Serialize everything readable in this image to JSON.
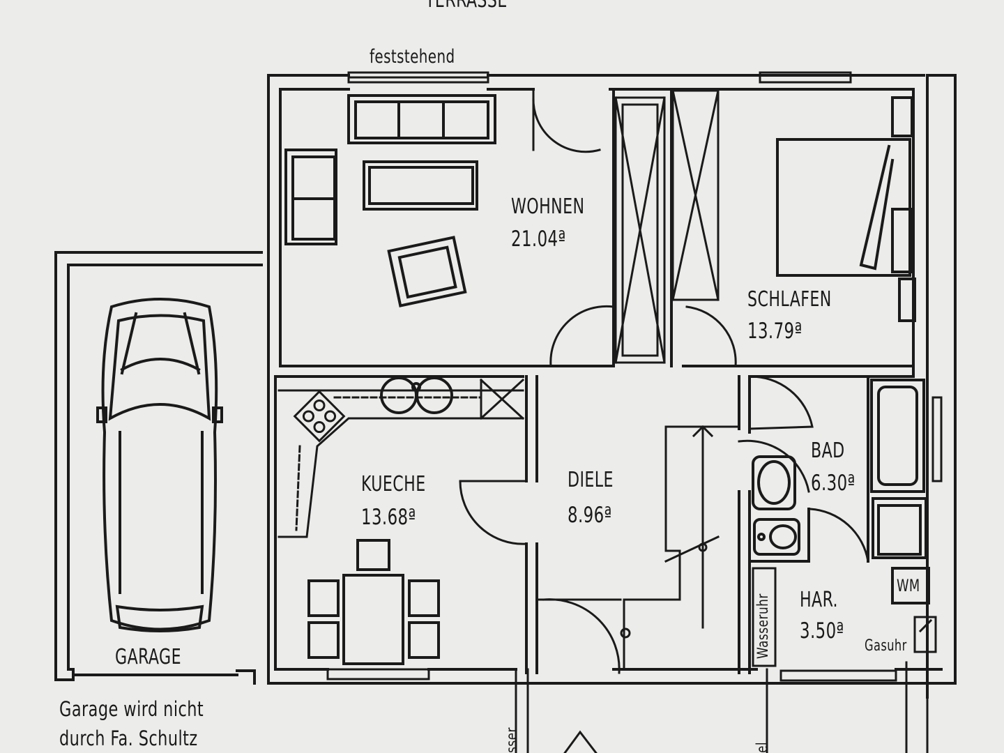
{
  "labels": {
    "terrasse": "TERRASSE",
    "feststehend": "feststehend",
    "wohnen": "WOHNEN",
    "wohnen_area": "21.04ª",
    "schlafen": "SCHLAFEN",
    "schlafen_area": "13.79ª",
    "kueche": "KUECHE",
    "kueche_area": "13.68ª",
    "diele": "DIELE",
    "diele_area": "8.96ª",
    "bad": "BAD",
    "bad_area": "6.30ª",
    "har": "HAR.",
    "har_area": "3.50ª",
    "garage": "GARAGE",
    "wm": "WM",
    "gasuhr": "Gasuhr",
    "wasseruhr": "Wasseruhr",
    "wasser": "sser",
    "el": "el"
  },
  "notes": {
    "line1": "Garage wird nicht",
    "line2": "durch Fa. Schultz"
  },
  "colors": {
    "paper": "#ececea",
    "ink": "#1a1a1a"
  }
}
